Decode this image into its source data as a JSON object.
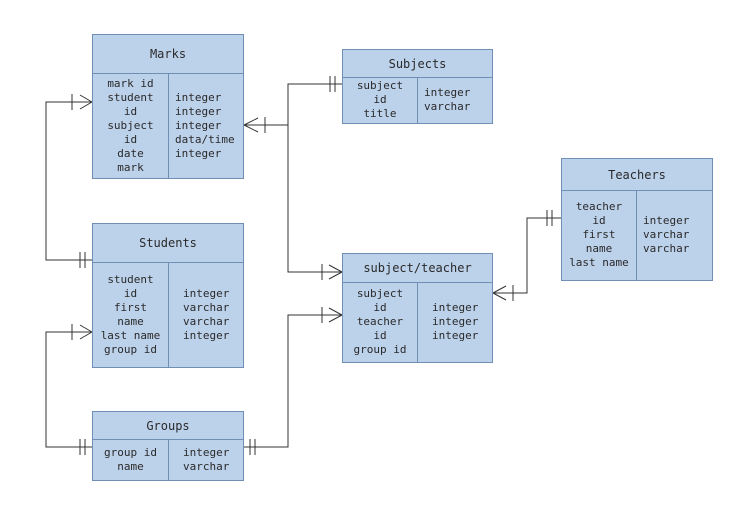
{
  "entities": [
    {
      "id": "marks",
      "title": "Marks",
      "fields": [
        "mark id",
        "student",
        "id",
        "subject",
        "id",
        "date",
        "mark"
      ],
      "types": [
        "integer",
        "integer",
        "integer",
        "data/time",
        "integer"
      ]
    },
    {
      "id": "subjects",
      "title": "Subjects",
      "fields": [
        "subject",
        "id",
        "title"
      ],
      "types": [
        "integer",
        "varchar"
      ]
    },
    {
      "id": "teachers",
      "title": "Teachers",
      "fields": [
        "teacher",
        "id",
        "first",
        "name",
        "last name"
      ],
      "types": [
        "integer",
        "varchar",
        "varchar"
      ]
    },
    {
      "id": "students",
      "title": "Students",
      "fields": [
        "student",
        "id",
        "first",
        "name",
        "last name",
        "group id"
      ],
      "types": [
        "integer",
        "varchar",
        "varchar",
        "integer"
      ]
    },
    {
      "id": "subject-teacher",
      "title": "subject/teacher",
      "fields": [
        "subject",
        "id",
        "teacher",
        "id",
        "group id"
      ],
      "types": [
        "integer",
        "integer",
        "integer"
      ]
    },
    {
      "id": "groups",
      "title": "Groups",
      "fields": [
        "group id",
        "name"
      ],
      "types": [
        "integer",
        "varchar"
      ]
    }
  ],
  "colors": {
    "entity_fill": "#bcd1ea",
    "entity_border": "#6f8fb5",
    "connector": "#333333"
  }
}
